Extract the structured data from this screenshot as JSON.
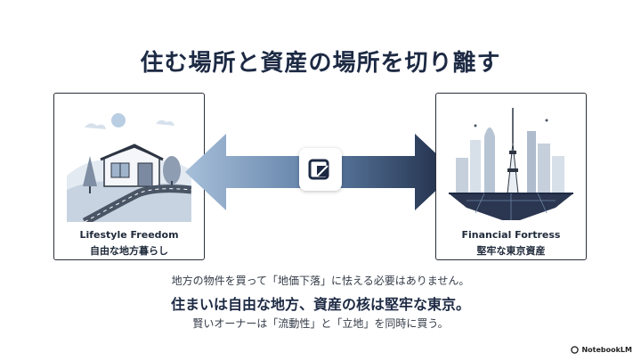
{
  "slide": {
    "title": "住む場所と資産の場所を切り離す"
  },
  "left_card": {
    "title": "Lifestyle Freedom",
    "subtitle": "自由な地方暮らし",
    "illustration": "countryside-house-illustration"
  },
  "right_card": {
    "title": "Financial Fortress",
    "subtitle": "堅牢な東京資産",
    "illustration": "tokyo-skyline-illustration"
  },
  "center": {
    "icon": "notebooklm-logo-icon"
  },
  "body": {
    "line1": "地方の物件を買って「地価下落」に怯える必要はありません。",
    "line2": "住まいは自由な地方、資産の核は堅牢な東京。",
    "line3": "賢いオーナーは「流動性」と「立地」を同時に買う。"
  },
  "branding": {
    "label": "NotebookLM"
  },
  "colors": {
    "arrow_light": "#8fa9c7",
    "arrow_dark": "#1d2a44",
    "text_dark": "#1d2a44"
  }
}
